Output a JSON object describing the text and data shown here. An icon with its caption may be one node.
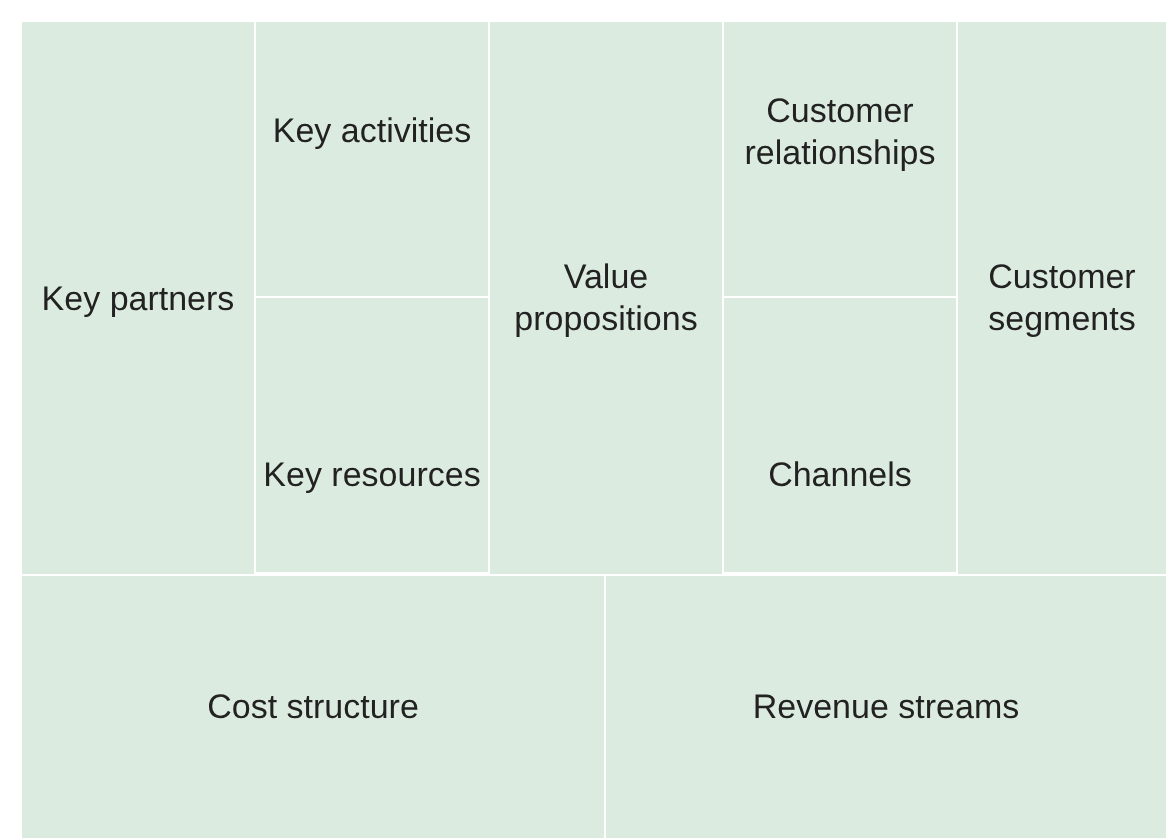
{
  "diagram": {
    "nodes": [
      {
        "text": [
          "Key partners"
        ]
      },
      {
        "text": [
          "Key activities"
        ]
      },
      {
        "text": [
          "Key resources"
        ]
      },
      {
        "text": [
          "Value propositions"
        ]
      },
      {
        "text": [
          "Customer relationships"
        ]
      },
      {
        "text": [
          "Channels"
        ]
      },
      {
        "text": [
          "Customer segments"
        ]
      },
      {
        "text": [
          "Cost structure"
        ]
      },
      {
        "text": [
          "Revenue streams"
        ]
      }
    ]
  }
}
